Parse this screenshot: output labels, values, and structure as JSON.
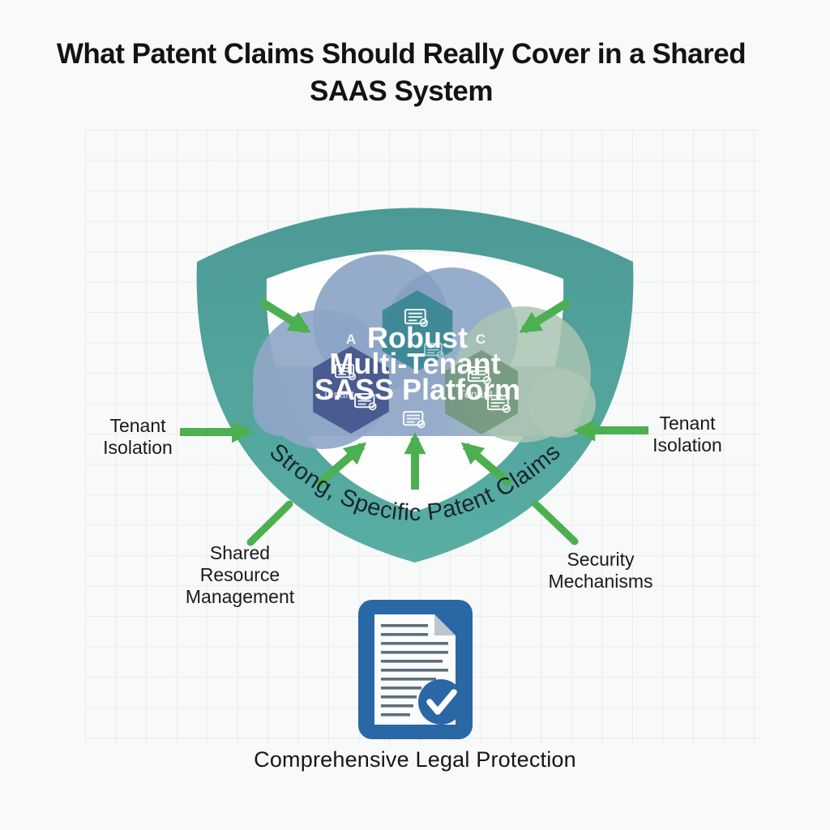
{
  "title": {
    "line1": "What Patent Claims Should Really Cover in a Shared",
    "line2": "SAAS System"
  },
  "shield": {
    "curved_label": "Strong, Specific Patent Claims"
  },
  "cloud": {
    "platform_label": {
      "line1": "Robust",
      "line2": "Multi-Tenant",
      "line3": "SASS Platform"
    },
    "zone_left_letter": "A",
    "zone_right_letter": "C",
    "hex_left_label": "Tenant",
    "hex_right_label": "Tenant A"
  },
  "callouts": {
    "tenant_isolation_left": {
      "line1": "Tenant",
      "line2": "Isolation"
    },
    "tenant_isolation_right": {
      "line1": "Tenant",
      "line2": "Isolation"
    },
    "shared_resource": {
      "line1": "Shared",
      "line2": "Resource",
      "line3": "Management"
    },
    "security": {
      "line1": "Security",
      "line2": "Mechanisms"
    }
  },
  "footer": {
    "caption": "Comprehensive Legal Protection"
  },
  "icons": {
    "shield": "shield-outline-badge",
    "cloud": "multi-tenant-cloud",
    "hex_document": "document-lines-icon",
    "legal_document": "legal-document-check-icon",
    "checkmark": "checkmark-icon",
    "arrow": "green-arrow"
  },
  "colors": {
    "shield_teal": "#4FA099",
    "arrow_green": "#4CAF50",
    "cloud_blue": "#8CA4C6",
    "cloud_green": "#A9C3B1",
    "hex_top_teal": "#35858F",
    "hex_left_blue": "#47568E",
    "hex_right_green": "#6E9476",
    "doc_blue": "#2A67A5",
    "text": "#161616",
    "grid_line": "#E4E9EB",
    "background": "#F8F9F9"
  }
}
